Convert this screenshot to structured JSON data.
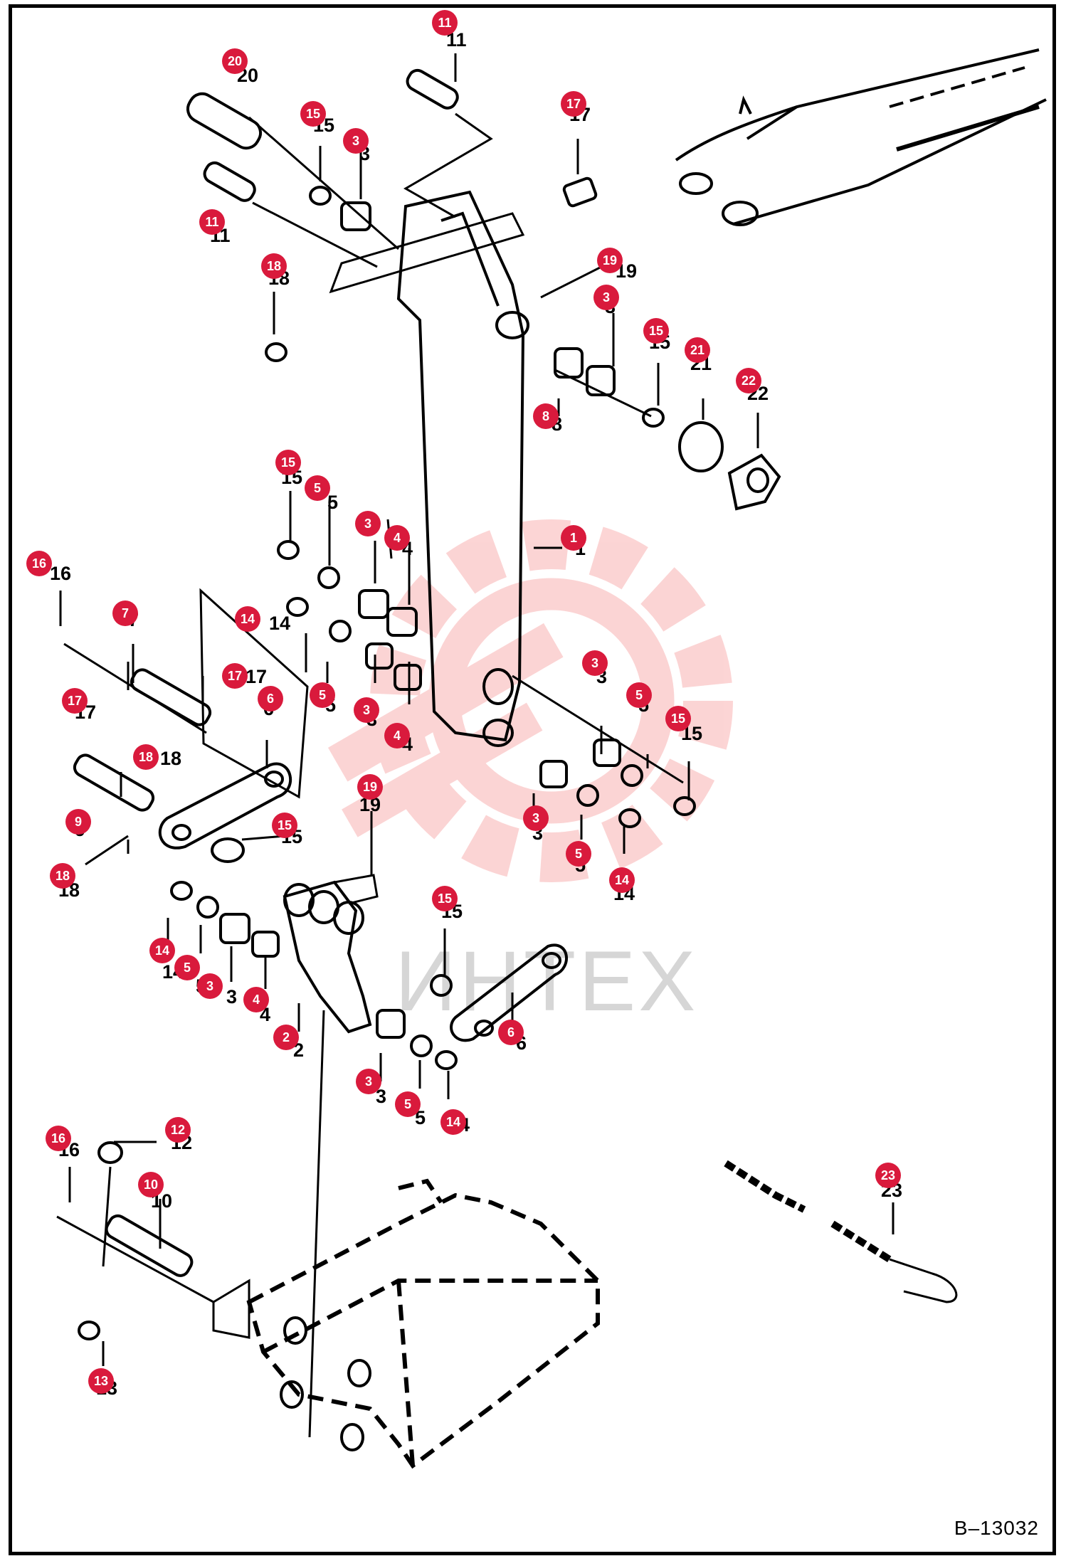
{
  "drawing_number": "B–13032",
  "watermark_text": "ИНТЕХ",
  "accent_color": "#d91a3c",
  "callouts": [
    "11",
    "20",
    "15",
    "3",
    "17",
    "11",
    "18",
    "19",
    "3",
    "15",
    "21",
    "22",
    "8",
    "15",
    "5",
    "3",
    "4",
    "1",
    "16",
    "7",
    "14",
    "17",
    "6",
    "5",
    "3",
    "4",
    "3",
    "5",
    "15",
    "17",
    "18",
    "9",
    "15",
    "19",
    "18",
    "3",
    "5",
    "14",
    "15",
    "14",
    "5",
    "3",
    "4",
    "2",
    "6",
    "3",
    "5",
    "14",
    "16",
    "12",
    "10",
    "13",
    "23"
  ],
  "part_labels": [
    "11",
    "20",
    "15",
    "3",
    "17",
    "11",
    "18",
    "19",
    "3",
    "15",
    "21",
    "22",
    "8",
    "15",
    "5",
    "3",
    "4",
    "1",
    "16",
    "7",
    "14",
    "17",
    "6",
    "5",
    "3",
    "4",
    "3",
    "5",
    "15",
    "17",
    "18",
    "9",
    "15",
    "19",
    "18",
    "3",
    "5",
    "14",
    "15",
    "14",
    "5",
    "3",
    "4",
    "2",
    "6",
    "3",
    "5",
    "14",
    "16",
    "12",
    "10",
    "13",
    "23"
  ]
}
